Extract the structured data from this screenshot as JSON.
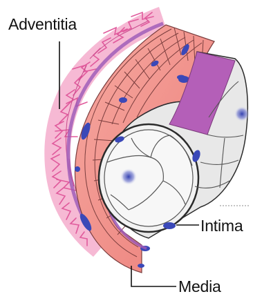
{
  "labels": {
    "adventitia": "Adventitia",
    "intima": "Intima",
    "media": "Media"
  },
  "colors": {
    "adventitia": "#e05a9c",
    "media": "#f08e86",
    "intima_lining": "#b05fb4",
    "endothelium": "#ececec",
    "nucleus": "#3a48b8",
    "outline": "#6a3a3a"
  }
}
